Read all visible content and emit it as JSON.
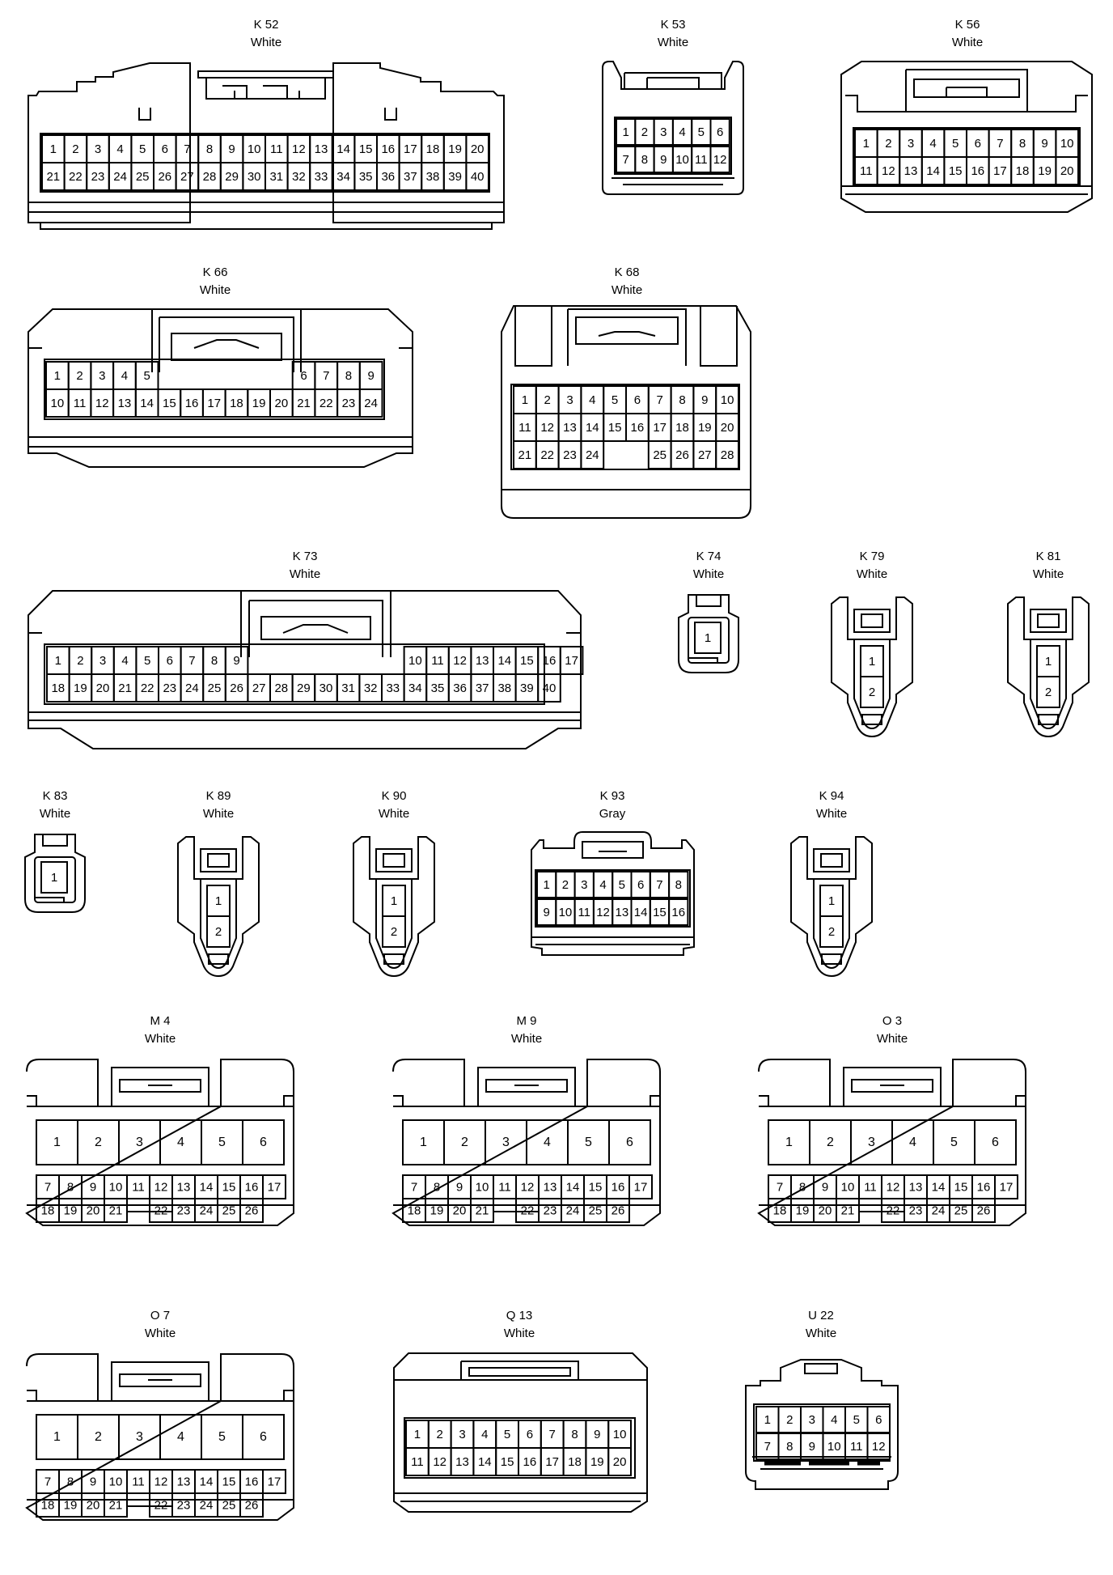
{
  "connectors": {
    "K52": {
      "code": "K 52",
      "color": "White",
      "row1": [
        "1",
        "2",
        "3",
        "4",
        "5",
        "6",
        "7",
        "8",
        "9",
        "10",
        "11",
        "12",
        "13",
        "14",
        "15",
        "16",
        "17",
        "18",
        "19",
        "20"
      ],
      "row2": [
        "21",
        "22",
        "23",
        "24",
        "25",
        "26",
        "27",
        "28",
        "29",
        "30",
        "31",
        "32",
        "33",
        "34",
        "35",
        "36",
        "37",
        "38",
        "39",
        "40"
      ]
    },
    "K53": {
      "code": "K 53",
      "color": "White",
      "row1": [
        "1",
        "2",
        "3",
        "4",
        "5",
        "6"
      ],
      "row2": [
        "7",
        "8",
        "9",
        "10",
        "11",
        "12"
      ]
    },
    "K56": {
      "code": "K 56",
      "color": "White",
      "row1": [
        "1",
        "2",
        "3",
        "4",
        "5",
        "6",
        "7",
        "8",
        "9",
        "10"
      ],
      "row2": [
        "11",
        "12",
        "13",
        "14",
        "15",
        "16",
        "17",
        "18",
        "19",
        "20"
      ]
    },
    "K66": {
      "code": "K 66",
      "color": "White",
      "row1": [
        "1",
        "2",
        "3",
        "4",
        "5",
        "",
        "",
        "",
        "",
        "",
        "",
        "6",
        "7",
        "8",
        "9"
      ],
      "row2": [
        "10",
        "11",
        "12",
        "13",
        "14",
        "15",
        "16",
        "17",
        "18",
        "19",
        "20",
        "21",
        "22",
        "23",
        "24"
      ]
    },
    "K68": {
      "code": "K 68",
      "color": "White",
      "row1": [
        "1",
        "2",
        "3",
        "4",
        "5",
        "6",
        "7",
        "8",
        "9",
        "10"
      ],
      "row2": [
        "11",
        "12",
        "13",
        "14",
        "15",
        "16",
        "17",
        "18",
        "19",
        "20"
      ],
      "row3": [
        "21",
        "22",
        "23",
        "24",
        "",
        "",
        "25",
        "26",
        "27",
        "28"
      ]
    },
    "K73": {
      "code": "K 73",
      "color": "White",
      "row1": [
        "1",
        "2",
        "3",
        "4",
        "5",
        "6",
        "7",
        "8",
        "9",
        "",
        "",
        "",
        "",
        "",
        "",
        "",
        "10",
        "11",
        "12",
        "13",
        "14",
        "15",
        "16",
        "17"
      ],
      "row2": [
        "18",
        "19",
        "20",
        "21",
        "22",
        "23",
        "24",
        "25",
        "26",
        "27",
        "28",
        "29",
        "30",
        "31",
        "32",
        "33",
        "34",
        "35",
        "36",
        "37",
        "38",
        "39",
        "40"
      ]
    },
    "K74": {
      "code": "K 74",
      "color": "White",
      "pins": [
        "1"
      ]
    },
    "K79": {
      "code": "K 79",
      "color": "White",
      "pins": [
        "1",
        "2"
      ]
    },
    "K81": {
      "code": "K 81",
      "color": "White",
      "pins": [
        "1",
        "2"
      ]
    },
    "K83": {
      "code": "K 83",
      "color": "White",
      "pins": [
        "1"
      ]
    },
    "K89": {
      "code": "K 89",
      "color": "White",
      "pins": [
        "1",
        "2"
      ]
    },
    "K90": {
      "code": "K 90",
      "color": "White",
      "pins": [
        "1",
        "2"
      ]
    },
    "K93": {
      "code": "K 93",
      "color": "Gray",
      "row1": [
        "1",
        "2",
        "3",
        "4",
        "5",
        "6",
        "7",
        "8"
      ],
      "row2": [
        "9",
        "10",
        "11",
        "12",
        "13",
        "14",
        "15",
        "16"
      ]
    },
    "K94": {
      "code": "K 94",
      "color": "White",
      "pins": [
        "1",
        "2"
      ]
    },
    "M4": {
      "code": "M 4",
      "color": "White",
      "big": [
        "1",
        "2",
        "3",
        "4",
        "5",
        "6"
      ],
      "row1": [
        "7",
        "8",
        "9",
        "10",
        "11",
        "12",
        "13",
        "14",
        "15",
        "16",
        "17"
      ],
      "row2": [
        "18",
        "19",
        "20",
        "21",
        "",
        "22",
        "23",
        "24",
        "25",
        "26"
      ]
    },
    "M9": {
      "code": "M 9",
      "color": "White",
      "big": [
        "1",
        "2",
        "3",
        "4",
        "5",
        "6"
      ],
      "row1": [
        "7",
        "8",
        "9",
        "10",
        "11",
        "12",
        "13",
        "14",
        "15",
        "16",
        "17"
      ],
      "row2": [
        "18",
        "19",
        "20",
        "21",
        "",
        "22",
        "23",
        "24",
        "25",
        "26"
      ]
    },
    "O3": {
      "code": "O 3",
      "color": "White",
      "big": [
        "1",
        "2",
        "3",
        "4",
        "5",
        "6"
      ],
      "row1": [
        "7",
        "8",
        "9",
        "10",
        "11",
        "12",
        "13",
        "14",
        "15",
        "16",
        "17"
      ],
      "row2": [
        "18",
        "19",
        "20",
        "21",
        "",
        "22",
        "23",
        "24",
        "25",
        "26"
      ]
    },
    "O7": {
      "code": "O 7",
      "color": "White",
      "big": [
        "1",
        "2",
        "3",
        "4",
        "5",
        "6"
      ],
      "row1": [
        "7",
        "8",
        "9",
        "10",
        "11",
        "12",
        "13",
        "14",
        "15",
        "16",
        "17"
      ],
      "row2": [
        "18",
        "19",
        "20",
        "21",
        "",
        "22",
        "23",
        "24",
        "25",
        "26"
      ]
    },
    "Q13": {
      "code": "Q 13",
      "color": "White",
      "row1": [
        "1",
        "2",
        "3",
        "4",
        "5",
        "6",
        "7",
        "8",
        "9",
        "10"
      ],
      "row2": [
        "11",
        "12",
        "13",
        "14",
        "15",
        "16",
        "17",
        "18",
        "19",
        "20"
      ]
    },
    "U22": {
      "code": "U 22",
      "color": "White",
      "row1": [
        "1",
        "2",
        "3",
        "4",
        "5",
        "6"
      ],
      "row2": [
        "7",
        "8",
        "9",
        "10",
        "11",
        "12"
      ]
    }
  }
}
